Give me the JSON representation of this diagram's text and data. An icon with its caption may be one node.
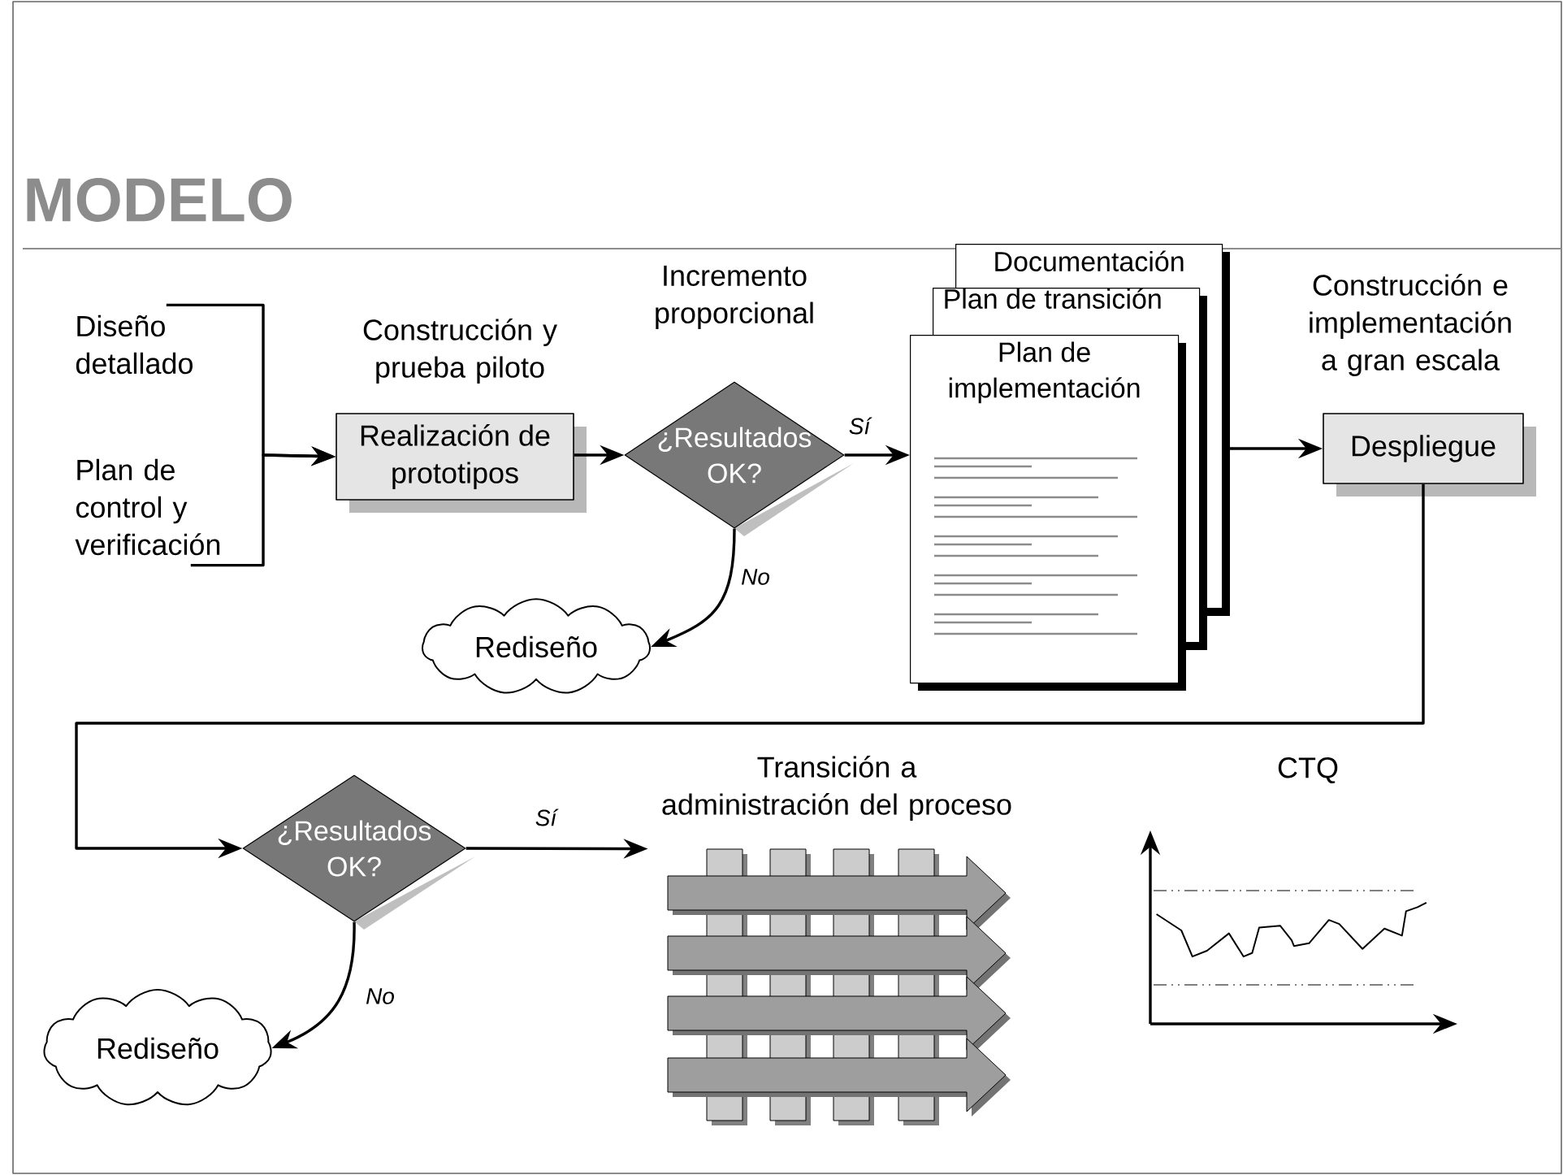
{
  "diagram": {
    "title": "MODELO",
    "nodes": [
      {
        "text": [
          "Diseño detallado"
        ]
      },
      {
        "text": [
          "Plan de control y verificación"
        ]
      },
      {
        "text": [
          "Realización de prototipos"
        ],
        "beside": [
          "Construcción y prueba piloto"
        ]
      },
      {
        "text": [
          "¿Resultados OK?"
        ],
        "beside": [
          "Incremento proporcional"
        ]
      },
      {
        "text": [
          "Rediseño"
        ]
      },
      {
        "text": [
          "Documentación"
        ]
      },
      {
        "text": [
          "Plan de transición"
        ]
      },
      {
        "text": [
          "Plan de implementación"
        ]
      },
      {
        "text": [
          "Despliegue"
        ],
        "beside": [
          "Construcción e implementación a gran escala"
        ]
      },
      {
        "text": [
          "¿Resultados OK?"
        ]
      },
      {
        "text": [
          "Rediseño"
        ]
      },
      {
        "text": [
          "Transición a administración del proceso"
        ]
      }
    ],
    "edges": [
      {
        "from": 0,
        "to": 2,
        "arrow": "to"
      },
      {
        "from": 1,
        "to": 2,
        "arrow": "to"
      },
      {
        "from": 2,
        "to": 3,
        "arrow": "to"
      },
      {
        "from": 3,
        "to": 7,
        "arrow": "to",
        "label": "Sí"
      },
      {
        "from": 3,
        "to": 4,
        "arrow": "to",
        "label": "No"
      },
      {
        "from": 5,
        "to": 8,
        "arrow": "to"
      },
      {
        "from": 8,
        "to": 9,
        "arrow": "to"
      },
      {
        "from": 9,
        "to": 11,
        "arrow": "to",
        "label": "Sí"
      },
      {
        "from": 9,
        "to": 10,
        "arrow": "to",
        "label": "No"
      }
    ],
    "labels": [
      "CTQ"
    ]
  }
}
